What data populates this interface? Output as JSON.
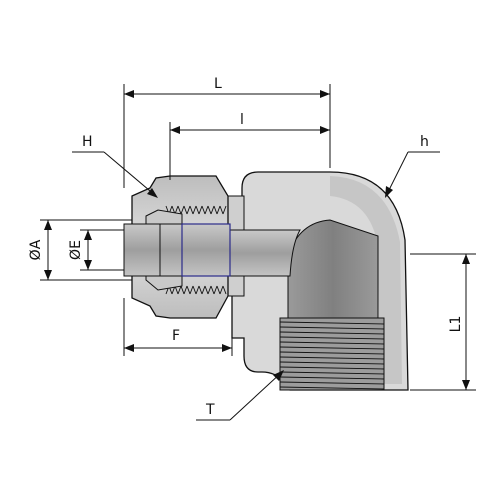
{
  "figure": {
    "labels": {
      "L": "L",
      "l": "l",
      "H": "H",
      "h": "h",
      "A": "ØA",
      "E": "ØE",
      "F": "F",
      "T": "T",
      "L1": "L1"
    },
    "colors": {
      "body_light": "#d6d6d6",
      "body_mid": "#b4b4b4",
      "body_dark": "#8e8e8e",
      "bore": "#8a8a8a",
      "tube": "#a9a9a9",
      "line": "#111111",
      "insert_edge": "#2b2b8a"
    }
  }
}
